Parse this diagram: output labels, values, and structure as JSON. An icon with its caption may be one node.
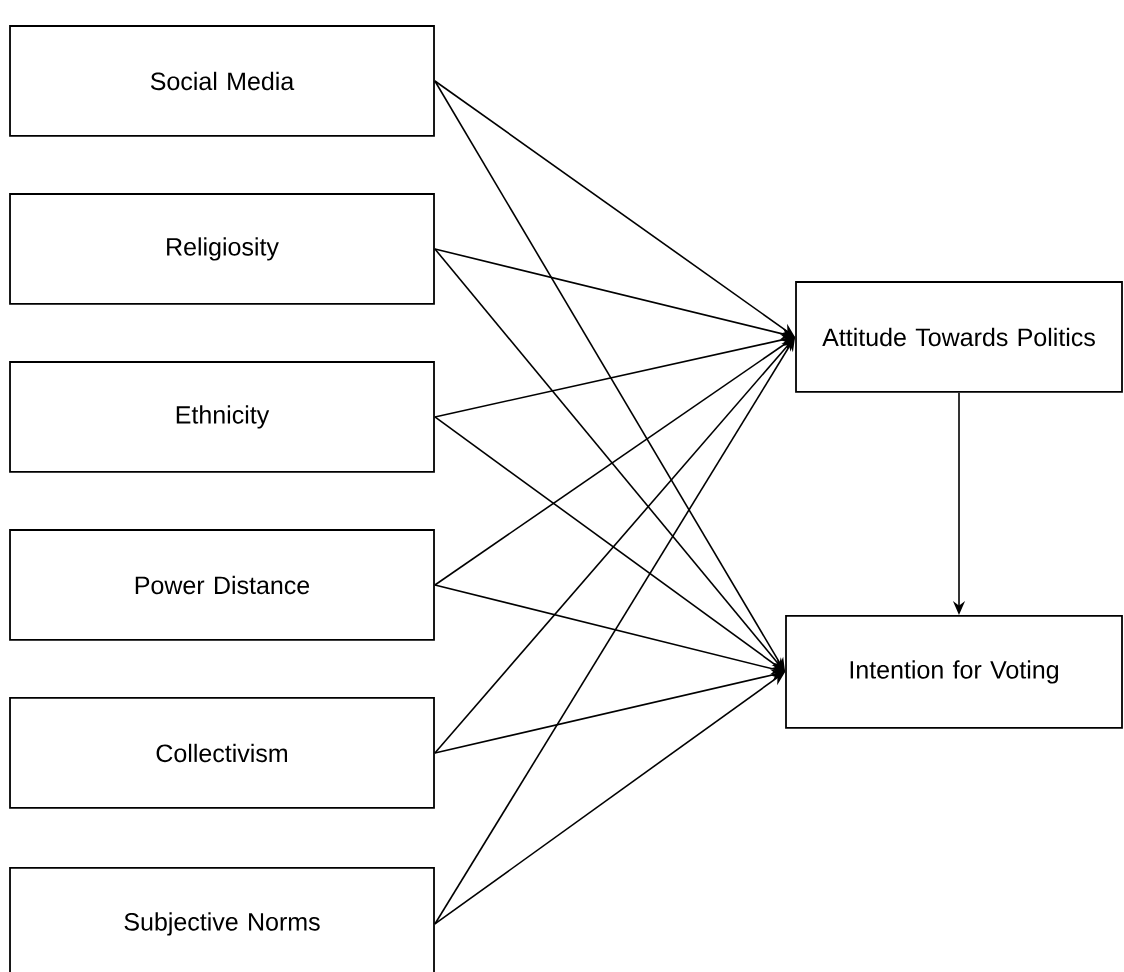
{
  "diagram": {
    "nodes": [
      {
        "text": [
          "Social Media"
        ]
      },
      {
        "text": [
          "Religiosity"
        ]
      },
      {
        "text": [
          "Ethnicity"
        ]
      },
      {
        "text": [
          "Power Distance"
        ]
      },
      {
        "text": [
          "Collectivism"
        ]
      },
      {
        "text": [
          "Subjective Norms"
        ]
      },
      {
        "text": [
          "Attitude Towards Politics"
        ]
      },
      {
        "text": [
          "Intention for Voting"
        ]
      }
    ],
    "edges": [
      {
        "from": 0,
        "to": 6,
        "arrow": "to"
      },
      {
        "from": 0,
        "to": 7,
        "arrow": "to"
      },
      {
        "from": 1,
        "to": 6,
        "arrow": "to"
      },
      {
        "from": 1,
        "to": 7,
        "arrow": "to"
      },
      {
        "from": 2,
        "to": 6,
        "arrow": "to"
      },
      {
        "from": 2,
        "to": 7,
        "arrow": "to"
      },
      {
        "from": 3,
        "to": 6,
        "arrow": "to"
      },
      {
        "from": 3,
        "to": 7,
        "arrow": "to"
      },
      {
        "from": 4,
        "to": 6,
        "arrow": "to"
      },
      {
        "from": 4,
        "to": 7,
        "arrow": "to"
      },
      {
        "from": 5,
        "to": 6,
        "arrow": "to"
      },
      {
        "from": 5,
        "to": 7,
        "arrow": "to"
      },
      {
        "from": 6,
        "to": 7,
        "arrow": "to"
      }
    ]
  }
}
